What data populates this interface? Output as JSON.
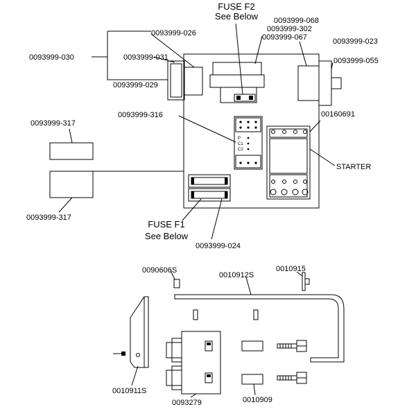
{
  "labels": {
    "fuse_f2_title": "FUSE F2",
    "fuse_f2_sub": "See Below",
    "p_068": "0093999-068",
    "p_302": "0093999-302",
    "p_067": "0093999-067",
    "p_026": "0093999-026",
    "p_030": "0093999-030",
    "p_031": "0093999-031",
    "p_029": "0093999-029",
    "p_023": "0093999-023",
    "p_055": "0093999-055",
    "p_316": "0093999-316",
    "p_00160691": "00160691",
    "p_317_top": "0093999-317",
    "p_317_bot": "0093999-317",
    "starter": "STARTER",
    "fuse_f1_title": "FUSE F1",
    "fuse_f1_sub": "See Below",
    "p_024": "0093999-024",
    "p_0090606S": "0090606S",
    "p_0010912S": "0010912S",
    "p_0010915": "0010915",
    "p_0010911S": "0010911S",
    "p_0093279": "0093279",
    "p_0010909": "0010909"
  },
  "terminal_labels": {
    "p": "P",
    "c1": "C1",
    "c2": "C2"
  }
}
